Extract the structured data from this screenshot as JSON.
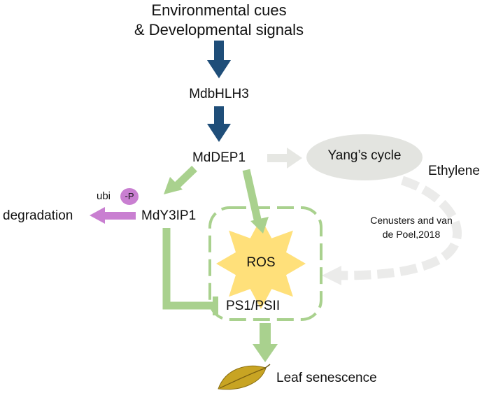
{
  "nodes": {
    "env_line1": "Environmental cues",
    "env_line2": "& Developmental signals",
    "mdbhlh3": "MdbHLH3",
    "mddep1": "MdDEP1",
    "yang_cycle": "Yang’s cycle",
    "ethylene": "Ethylene",
    "mdy3ip1": "MdY3IP1",
    "degradation": "degradation",
    "ubi": "ubi",
    "phospho": "-P",
    "ros": "ROS",
    "ps": "PS1/PSII",
    "leaf_senescence": "Leaf senescence"
  },
  "citation": {
    "line1": "Cenusters and van",
    "line2": "de Poel,2018"
  },
  "colors": {
    "blue_arrow": "#1f4e79",
    "green_arrow": "#a9d18e",
    "purple_arrow": "#c97fd1",
    "gray_arrow": "#e6e7e3",
    "yang_ellipse": "#e3e4e0",
    "ros_star": "#ffe07a",
    "dashed_box": "#a9d18e",
    "leaf": "#c8a423"
  }
}
